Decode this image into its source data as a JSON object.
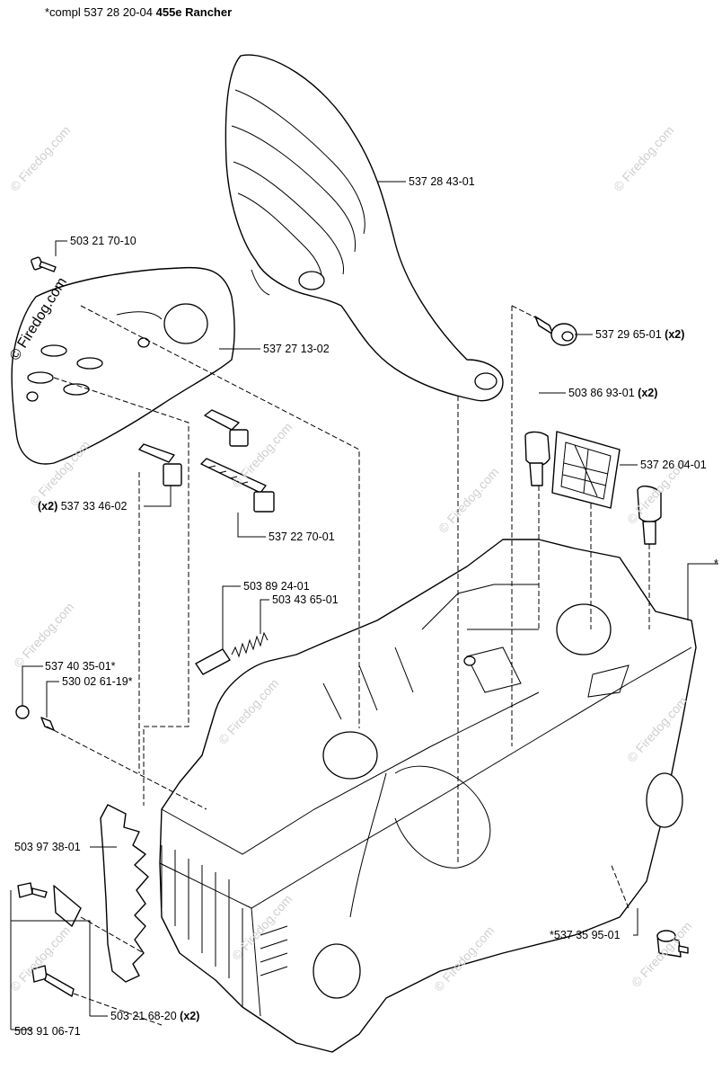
{
  "title": {
    "prefix": "*compl 537 28 20-04",
    "model": "455e Rancher"
  },
  "watermark": {
    "text": "© Firedog.com",
    "large_text": "© Firedog.com"
  },
  "labels": {
    "cover_top": "537 28 43-01",
    "screw_top_left": "503 21 70-10",
    "side_cover": "537 27 13-02",
    "bolt_right": "537 29 65-01",
    "bolt_right_qty": "(x2)",
    "stud": "503 86 93-01",
    "stud_qty": "(x2)",
    "filter": "537 26 04-01",
    "dowel_qty": "(x2)",
    "dowel": "537 33 46-02",
    "bolt_long": "537 22 70-01",
    "pin": "503 89 24-01",
    "spring": "503 43 65-01",
    "nut_small": "537 40 35-01*",
    "screw_small": "530 02 61-19*",
    "crankcase": "*",
    "spike": "503 97 38-01",
    "damper": "*537 35 95-01",
    "screw_bottom": "503 21 68-20",
    "screw_bottom_qty": "(x2)",
    "bumper_screw": "503 91 06-71"
  }
}
